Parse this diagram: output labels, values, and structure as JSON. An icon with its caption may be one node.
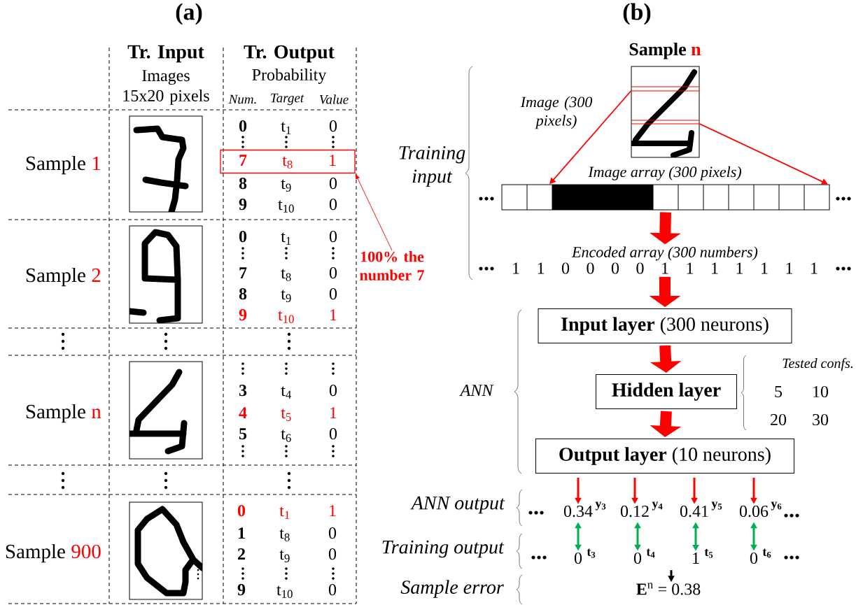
{
  "diagram": {
    "nodes": [
      {
        "text": [
          "7",
          "t$_{8}$",
          "1"
        ]
      },
      {
        "text": [
          "100% the number 7"
        ]
      },
      {
        "text": [
          "Sample",
          "n"
        ],
        "beside": [
          "Image (300 pixels)"
        ]
      },
      {
        "text": [
          "Image array (300 pixels)"
        ]
      },
      {
        "text": [
          "Encoded array (300 numbers)",
          "1 1 0 0 0 0 1 1 1 1 1 1 1"
        ]
      },
      {
        "text": [
          "**Input layer** (300 neurons)"
        ]
      },
      {
        "text": [
          "Hidden layer"
        ]
      },
      {
        "text": [
          "**Output layer** (10 neurons)"
        ]
      },
      {
        "text": [
          "0.34"
        ],
        "beside": [
          "y$_{3}$"
        ]
      },
      {
        "text": [
          "0.12"
        ],
        "beside": [
          "y$_{4}$"
        ]
      },
      {
        "text": [
          "0.41"
        ],
        "beside": [
          "y$_{5}$"
        ]
      },
      {
        "text": [
          "0.06"
        ],
        "beside": [
          "y$_{6}$"
        ]
      },
      {
        "text": [
          "0"
        ],
        "beside": [
          "t$_{3}$"
        ]
      },
      {
        "text": [
          "0"
        ],
        "beside": [
          "t$_{4}$"
        ]
      },
      {
        "text": [
          "1"
        ],
        "beside": [
          "t$_{5}$"
        ]
      },
      {
        "text": [
          "0"
        ],
        "beside": [
          "t$_{6}$"
        ]
      },
      {
        "text": [
          "**E**$^{n}$ = 0.38"
        ]
      }
    ],
    "edges": [
      {
        "from": 1,
        "to": 0,
        "arrow": "to"
      },
      {
        "from": 2,
        "to": 3,
        "arrow": "to"
      },
      {
        "from": 2,
        "to": 3,
        "arrow": "to"
      },
      {
        "from": 3,
        "to": 4,
        "arrow": "to",
        "style": "thick"
      },
      {
        "from": 4,
        "to": 5,
        "arrow": "to",
        "style": "thick"
      },
      {
        "from": 5,
        "to": 6,
        "arrow": "to",
        "style": "thick"
      },
      {
        "from": 6,
        "to": 7,
        "arrow": "to",
        "style": "thick"
      },
      {
        "from": 7,
        "to": 8,
        "arrow": "to"
      },
      {
        "from": 7,
        "to": 9,
        "arrow": "to"
      },
      {
        "from": 7,
        "to": 10,
        "arrow": "to"
      },
      {
        "from": 7,
        "to": 11,
        "arrow": "to"
      },
      {
        "from": 8,
        "to": 12,
        "arrow": "both",
        "color": "#00b050"
      },
      {
        "from": 9,
        "to": 13,
        "arrow": "both",
        "color": "#00b050"
      },
      {
        "from": 10,
        "to": 14,
        "arrow": "both",
        "color": "#00b050"
      },
      {
        "from": 11,
        "to": 15,
        "arrow": "both",
        "color": "#00b050"
      },
      {
        "from": null,
        "to": 16,
        "arrow": "to",
        "color": "#000000"
      }
    ],
    "labels": [
      "(a)",
      "(b)",
      "Tr. Input",
      "Images 15x20 pixels",
      "Tr. Output",
      "Probability",
      "Num.",
      "Target",
      "Value",
      "Sample",
      "1",
      "0",
      "t$_{1}$",
      "0",
      "8",
      "t$_{9}$",
      "0",
      "9",
      "t$_{10}$",
      "0",
      "Sample",
      "2",
      "0",
      "t$_{1}$",
      "0",
      "7",
      "t$_{8}$",
      "0",
      "8",
      "t$_{9}$",
      "0",
      "9",
      "t$_{10}$",
      "1",
      "Sample",
      "n",
      "3",
      "t$_{4}$",
      "0",
      "4",
      "t$_{5}$",
      "1",
      "5",
      "t$_{6}$",
      "0",
      "Sample",
      "900",
      "0",
      "t$_{1}$",
      "1",
      "1",
      "t$_{8}$",
      "0",
      "2",
      "t$_{9}$",
      "0",
      "9",
      "t$_{10}$",
      "0",
      "Training input",
      "ANN",
      "Tested confs.",
      "5",
      "10",
      "20",
      "30",
      "ANN output",
      "Training output",
      "Sample error"
    ]
  }
}
